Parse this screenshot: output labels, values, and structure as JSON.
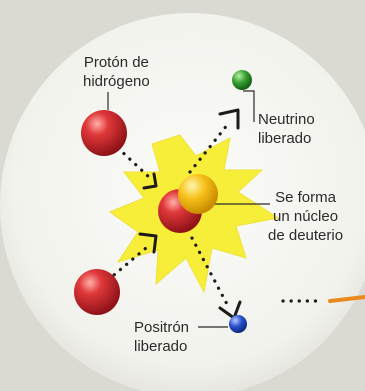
{
  "labels": {
    "proton": [
      "Protón de",
      "hidrógeno"
    ],
    "neutrino": [
      "Neutrino",
      "liberado"
    ],
    "nucleus": [
      "Se forma",
      "un núcleo",
      "de deuterio"
    ],
    "positron": [
      "Positrón",
      "liberado"
    ]
  },
  "colors": {
    "background": "#dad9d2",
    "circle": "#f5f5f1",
    "burst": "#f6ee39",
    "proton": "#c8262c",
    "neutron": "#f2b40a",
    "neutrino": "#2f8a2e",
    "positron": "#1f45b8",
    "accent": "#e88a1e"
  }
}
